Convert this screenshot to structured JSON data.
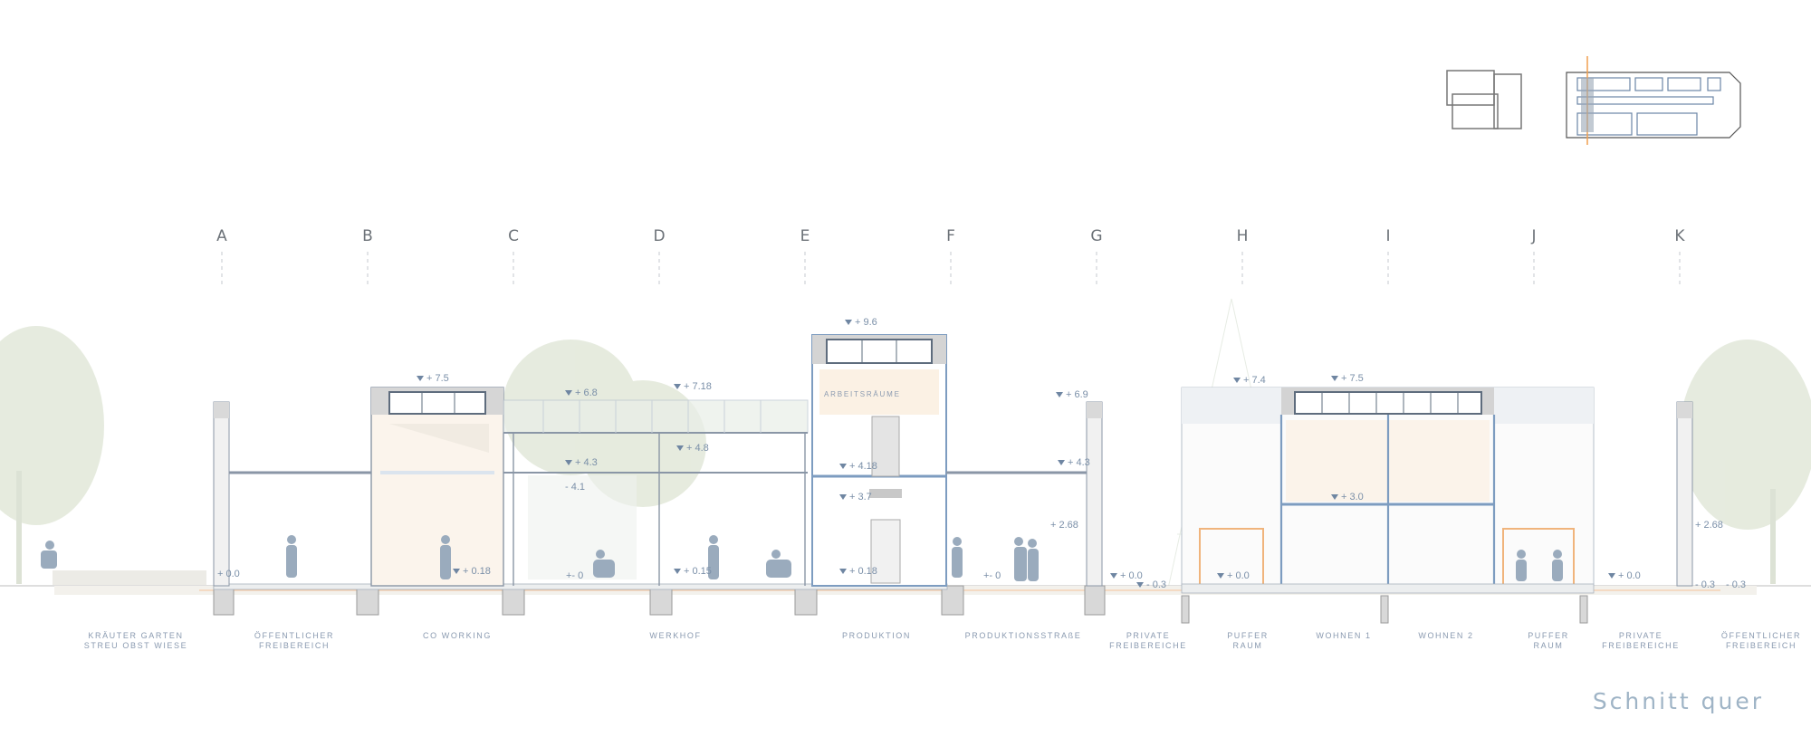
{
  "title": "Schnitt quer",
  "axes": [
    "A",
    "B",
    "C",
    "D",
    "E",
    "F",
    "G",
    "H",
    "I",
    "J",
    "K"
  ],
  "zones": [
    {
      "label": "KRÄUTER GARTEN\nSTREU OBST WIESE"
    },
    {
      "label": "ÖFFENTLICHER\nFREIBEREICH"
    },
    {
      "label": "CO WORKING"
    },
    {
      "label": "WERKHOF"
    },
    {
      "label": "PRODUKTION"
    },
    {
      "label": "PRODUKTIONSSTRAßE"
    },
    {
      "label": "PRIVATE\nFREIBEREICHE"
    },
    {
      "label": "PUFFER\nRAUM"
    },
    {
      "label": "WOHNEN 1"
    },
    {
      "label": "WOHNEN 2"
    },
    {
      "label": "PUFFER\nRAUM"
    },
    {
      "label": "PRIVATE\nFREIBEREICHE"
    },
    {
      "label": "ÖFFENTLICHER\nFREIBEREICH"
    }
  ],
  "room_tag": "ARBEITSRÄUME",
  "elevations": [
    {
      "text": "+ 9.6"
    },
    {
      "text": "+ 7.5"
    },
    {
      "text": "+ 6.8"
    },
    {
      "text": "+ 7.18"
    },
    {
      "text": "+ 4.8"
    },
    {
      "text": "+ 4.3"
    },
    {
      "text": "- 4.1"
    },
    {
      "text": "+ 4.18"
    },
    {
      "text": "+ 3.7"
    },
    {
      "text": "+ 6.9"
    },
    {
      "text": "+ 4.3"
    },
    {
      "text": "+ 2.68"
    },
    {
      "text": "+ 7.4"
    },
    {
      "text": "+ 7.5"
    },
    {
      "text": "+ 3.0"
    },
    {
      "text": "+ 0.0"
    },
    {
      "text": "+ 0.18"
    },
    {
      "text": "+- 0"
    },
    {
      "text": "+ 0.15"
    },
    {
      "text": "+ 0.18"
    },
    {
      "text": "+- 0"
    },
    {
      "text": "+ 0.0"
    },
    {
      "text": "- 0.3"
    },
    {
      "text": "+ 0.0"
    },
    {
      "text": "+ 0.0"
    },
    {
      "text": "+ 2.68"
    },
    {
      "text": "- 0.3"
    },
    {
      "text": "- 0.3"
    }
  ],
  "colors": {
    "line": "#8a96a6",
    "blue": "#7d9cc0",
    "tree": "#dfe6d6",
    "figure": "#9aabbd",
    "ground": "#e9e6e0",
    "orange": "#f2b27a"
  }
}
